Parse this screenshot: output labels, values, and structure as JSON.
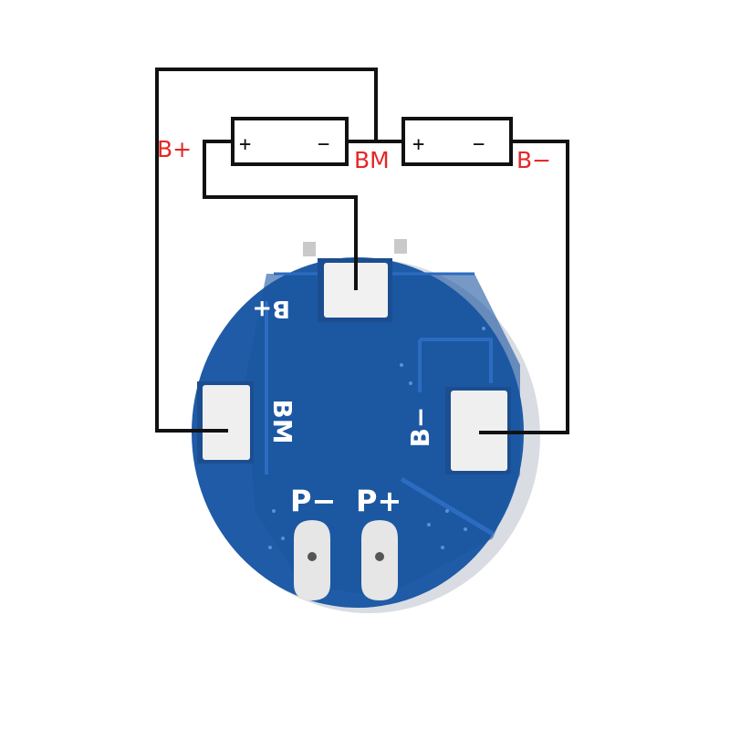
{
  "wiring_labels": {
    "b_plus": "B+",
    "bm": "BM",
    "b_minus": "B−"
  },
  "cells": [
    {
      "plus": "+",
      "minus": "−"
    },
    {
      "plus": "+",
      "minus": "−"
    }
  ],
  "board": {
    "silkscreen_b_plus": "B+",
    "silkscreen_bm": "BM",
    "silkscreen_b_minus": "B−",
    "silkscreen_p_minus": "P−",
    "silkscreen_p_plus": "P+"
  },
  "colors": {
    "board_blue": "#1f5ba6",
    "board_dark": "#194d8f",
    "trace_light": "#2c6cc0",
    "pad_silver": "#e9e9e9",
    "label_red": "#e52727",
    "wire": "#111111"
  }
}
